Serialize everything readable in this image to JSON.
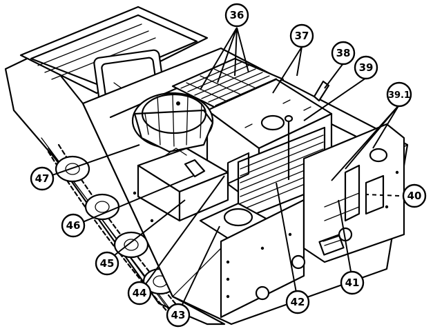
{
  "callouts": [
    {
      "id": "c36",
      "label": "36"
    },
    {
      "id": "c37",
      "label": "37"
    },
    {
      "id": "c38",
      "label": "38"
    },
    {
      "id": "c39",
      "label": "39"
    },
    {
      "id": "c391",
      "label": "39.1"
    },
    {
      "id": "c40",
      "label": "40"
    },
    {
      "id": "c41",
      "label": "41"
    },
    {
      "id": "c42",
      "label": "42"
    },
    {
      "id": "c43",
      "label": "43"
    },
    {
      "id": "c44",
      "label": "44"
    },
    {
      "id": "c45",
      "label": "45"
    },
    {
      "id": "c46",
      "label": "46"
    },
    {
      "id": "c47",
      "label": "47"
    }
  ]
}
